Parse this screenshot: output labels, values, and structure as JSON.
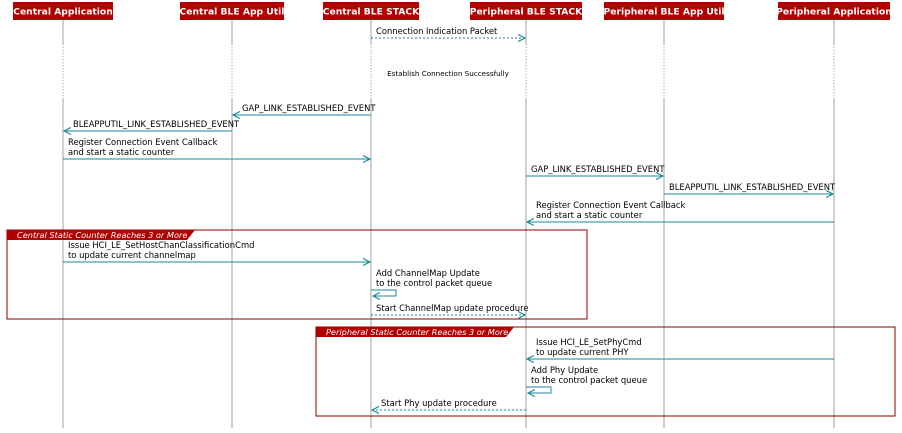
{
  "colors": {
    "header_bg": "#b20000",
    "header_text": "#ffffff",
    "arrow": "#1a8a9b",
    "lifeline": "#8a8a8a",
    "group_border": "#8b0000",
    "group_header_bg": "#b20000"
  },
  "participants": [
    {
      "id": "central_app",
      "label": "Central Application"
    },
    {
      "id": "central_util",
      "label": "Central BLE App Util"
    },
    {
      "id": "central_stack",
      "label": "Central BLE STACK"
    },
    {
      "id": "peripheral_stack",
      "label": "Peripheral BLE STACK"
    },
    {
      "id": "peripheral_util",
      "label": "Peripheral BLE App Util"
    },
    {
      "id": "peripheral_app",
      "label": "Peripheral Application"
    }
  ],
  "messages": [
    {
      "from": "central_stack",
      "to": "peripheral_stack",
      "lines": [
        "Connection Indication Packet"
      ],
      "dashed": true
    },
    {
      "from": "central_stack",
      "to": "central_util",
      "lines": [
        "GAP_LINK_ESTABLISHED_EVENT"
      ],
      "dashed": false
    },
    {
      "from": "central_util",
      "to": "central_app",
      "lines": [
        "BLEAPPUTIL_LINK_ESTABLISHED_EVENT"
      ],
      "dashed": false
    },
    {
      "from": "central_app",
      "to": "central_stack",
      "lines": [
        "Register Connection Event Callback",
        "and start a static counter"
      ],
      "dashed": false
    },
    {
      "from": "peripheral_stack",
      "to": "peripheral_util",
      "lines": [
        "GAP_LINK_ESTABLISHED_EVENT"
      ],
      "dashed": false
    },
    {
      "from": "peripheral_util",
      "to": "peripheral_app",
      "lines": [
        "BLEAPPUTIL_LINK_ESTABLISHED_EVENT"
      ],
      "dashed": false
    },
    {
      "from": "peripheral_app",
      "to": "peripheral_stack",
      "lines": [
        "Register Connection Event Callback",
        "and start a static counter"
      ],
      "dashed": false
    },
    {
      "from": "central_app",
      "to": "central_stack",
      "lines": [
        "Issue HCI_LE_SetHostChanClassificationCmd",
        "to update current channelmap"
      ],
      "dashed": false
    },
    {
      "from": "central_stack",
      "to": "central_stack",
      "lines": [
        "Add ChannelMap Update",
        "to the control packet queue"
      ],
      "dashed": false,
      "self": true
    },
    {
      "from": "central_stack",
      "to": "peripheral_stack",
      "lines": [
        "Start ChannelMap update procedure"
      ],
      "dashed": true
    },
    {
      "from": "peripheral_app",
      "to": "peripheral_stack",
      "lines": [
        "Issue HCI_LE_SetPhyCmd",
        "to update current PHY"
      ],
      "dashed": false
    },
    {
      "from": "peripheral_stack",
      "to": "peripheral_stack",
      "lines": [
        "Add Phy Update",
        "to the control packet queue"
      ],
      "dashed": false,
      "self": true
    },
    {
      "from": "peripheral_stack",
      "to": "central_stack",
      "lines": [
        "Start Phy update procedure"
      ],
      "dashed": true
    }
  ],
  "divider": {
    "label": "Establish Connection Successfully"
  },
  "groups": [
    {
      "label": "Central Static Counter Reaches 3 or More"
    },
    {
      "label": "Peripheral Static Counter Reaches 3 or More"
    }
  ]
}
